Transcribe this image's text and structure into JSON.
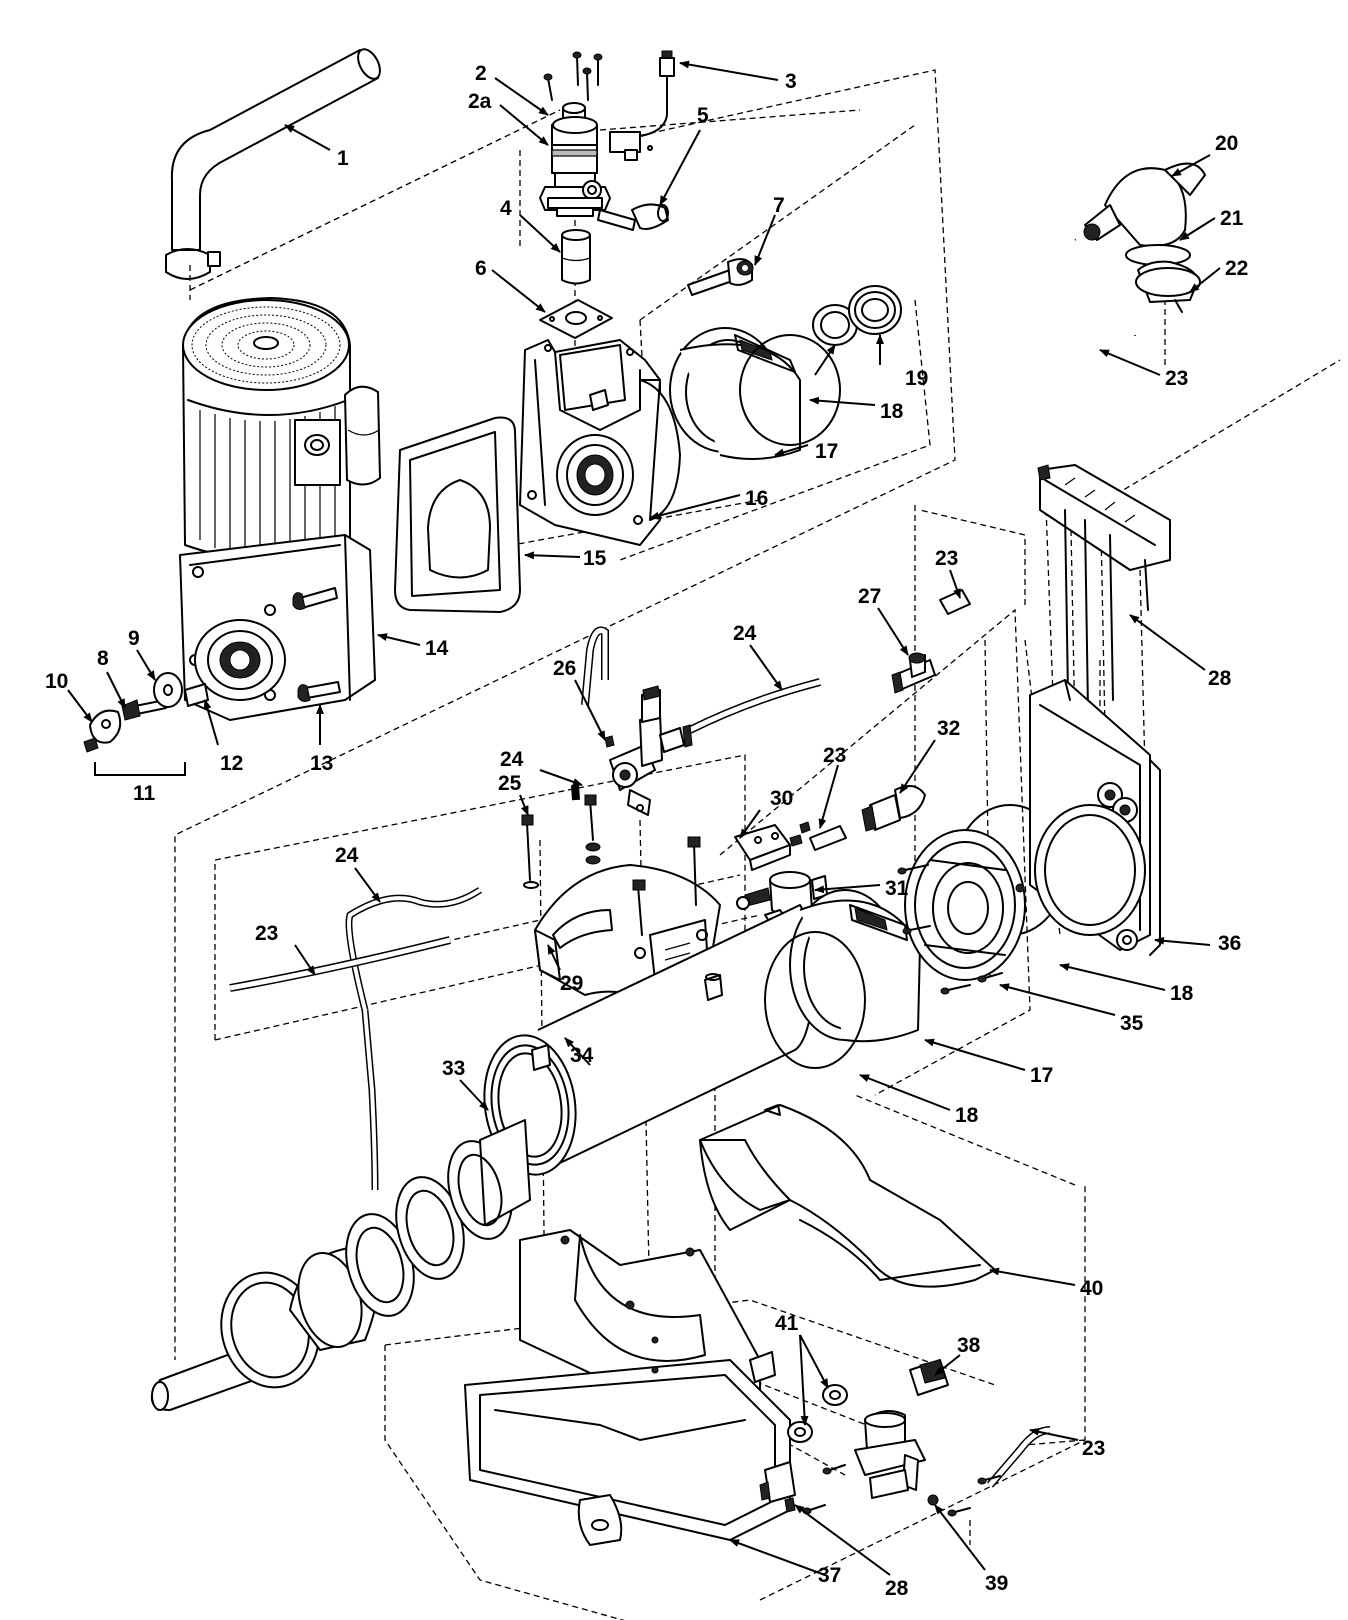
{
  "callouts": [
    {
      "id": "c1",
      "text": "1"
    },
    {
      "id": "c2",
      "text": "2"
    },
    {
      "id": "c2a",
      "text": "2a"
    },
    {
      "id": "c3",
      "text": "3"
    },
    {
      "id": "c4",
      "text": "4"
    },
    {
      "id": "c5",
      "text": "5"
    },
    {
      "id": "c6",
      "text": "6"
    },
    {
      "id": "c7",
      "text": "7"
    },
    {
      "id": "c8",
      "text": "8"
    },
    {
      "id": "c9",
      "text": "9"
    },
    {
      "id": "c10",
      "text": "10"
    },
    {
      "id": "c11",
      "text": "11"
    },
    {
      "id": "c12",
      "text": "12"
    },
    {
      "id": "c13",
      "text": "13"
    },
    {
      "id": "c14",
      "text": "14"
    },
    {
      "id": "c15",
      "text": "15"
    },
    {
      "id": "c16",
      "text": "16"
    },
    {
      "id": "c17a",
      "text": "17"
    },
    {
      "id": "c17b",
      "text": "17"
    },
    {
      "id": "c18a",
      "text": "18"
    },
    {
      "id": "c18b",
      "text": "18"
    },
    {
      "id": "c18c",
      "text": "18"
    },
    {
      "id": "c19",
      "text": "19"
    },
    {
      "id": "c20",
      "text": "20"
    },
    {
      "id": "c21",
      "text": "21"
    },
    {
      "id": "c22",
      "text": "22"
    },
    {
      "id": "c23a",
      "text": "23"
    },
    {
      "id": "c23b",
      "text": "23"
    },
    {
      "id": "c23c",
      "text": "23"
    },
    {
      "id": "c23d",
      "text": "23"
    },
    {
      "id": "c23e",
      "text": "23"
    },
    {
      "id": "c24a",
      "text": "24"
    },
    {
      "id": "c24b",
      "text": "24"
    },
    {
      "id": "c24c",
      "text": "24"
    },
    {
      "id": "c25",
      "text": "25"
    },
    {
      "id": "c26",
      "text": "26"
    },
    {
      "id": "c27",
      "text": "27"
    },
    {
      "id": "c28a",
      "text": "28"
    },
    {
      "id": "c28b",
      "text": "28"
    },
    {
      "id": "c29",
      "text": "29"
    },
    {
      "id": "c30",
      "text": "30"
    },
    {
      "id": "c31",
      "text": "31"
    },
    {
      "id": "c32",
      "text": "32"
    },
    {
      "id": "c33",
      "text": "33"
    },
    {
      "id": "c34",
      "text": "34"
    },
    {
      "id": "c35",
      "text": "35"
    },
    {
      "id": "c36",
      "text": "36"
    },
    {
      "id": "c37",
      "text": "37"
    },
    {
      "id": "c38",
      "text": "38"
    },
    {
      "id": "c39",
      "text": "39"
    },
    {
      "id": "c40",
      "text": "40"
    },
    {
      "id": "c41",
      "text": "41"
    }
  ]
}
